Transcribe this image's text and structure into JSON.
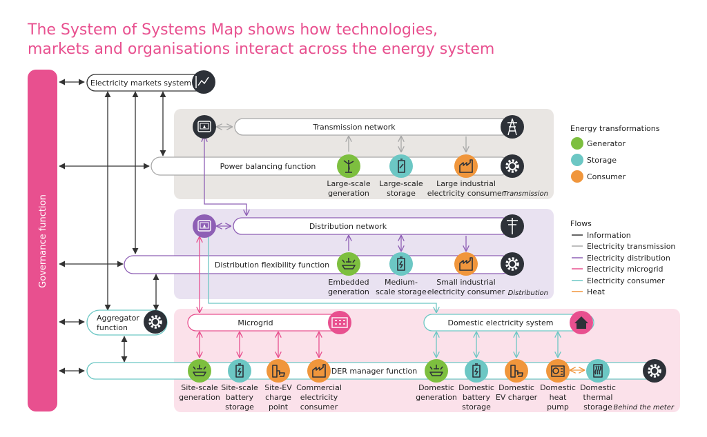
{
  "title": {
    "line1": "The System of Systems Map shows how technologies,",
    "line2": "markets and organisations interact across the energy system"
  },
  "colors": {
    "title": "#e8508f",
    "governance": "#e8508f",
    "generator": "#7dbf3f",
    "storage": "#6cc7c4",
    "consumer": "#f0963c",
    "information": "#333333",
    "transmission": "#a8a8a8",
    "distribution": "#8e5fb5",
    "microgrid": "#e8508f",
    "consumer_line": "#6cc7c4",
    "heat": "#f0963c",
    "transmission_bg": "#e9e6e3",
    "distribution_bg": "#e9e2f1",
    "behind_bg": "#fbe1ea",
    "dark_icon": "#2d3138"
  },
  "governance": {
    "label": "Governance function"
  },
  "markets": {
    "label": "Electricity markets system",
    "icon": "market-chart-icon"
  },
  "transmission": {
    "zone_label": "Transmission",
    "network": "Transmission network",
    "balancing": "Power balancing function",
    "nodes": [
      {
        "label1": "Large-scale",
        "label2": "generation",
        "type": "generator",
        "icon": "wind-turbine-icon"
      },
      {
        "label1": "Large-scale",
        "label2": "storage",
        "type": "storage",
        "icon": "storage-battery-icon"
      },
      {
        "label1": "Large industrial",
        "label2": "electricity consumer",
        "type": "consumer",
        "icon": "factory-icon"
      }
    ]
  },
  "distribution": {
    "zone_label": "Distribution",
    "network": "Distribution network",
    "flexibility": "Distribution flexibility function",
    "nodes": [
      {
        "label1": "Embedded",
        "label2": "generation",
        "type": "generator",
        "icon": "solar-icon"
      },
      {
        "label1": "Medium-",
        "label2": "scale storage",
        "type": "storage",
        "icon": "battery-icon"
      },
      {
        "label1": "Small industrial",
        "label2": "electricity consumer",
        "type": "consumer",
        "icon": "factory-icon"
      }
    ]
  },
  "behind": {
    "zone_label": "Behind the meter",
    "microgrid": "Microgrid",
    "domestic_system": "Domestic electricity system",
    "aggregator1": "Aggregator",
    "aggregator2": "function",
    "der": "DER manager function",
    "nodes": [
      {
        "l1": "Site-scale",
        "l2": "generation",
        "l3": "",
        "type": "generator",
        "icon": "solar-icon"
      },
      {
        "l1": "Site-scale",
        "l2": "battery",
        "l3": "storage",
        "type": "storage",
        "icon": "battery-icon"
      },
      {
        "l1": "Site-EV",
        "l2": "charge",
        "l3": "point",
        "type": "consumer",
        "icon": "ev-charger-icon"
      },
      {
        "l1": "Commercial",
        "l2": "electricity",
        "l3": "consumer",
        "type": "consumer",
        "icon": "factory-icon"
      },
      {
        "l1": "Domestic",
        "l2": "generation",
        "l3": "",
        "type": "generator",
        "icon": "solar-icon"
      },
      {
        "l1": "Domestic",
        "l2": "battery",
        "l3": "storage",
        "type": "storage",
        "icon": "battery-icon"
      },
      {
        "l1": "Domestic",
        "l2": "EV charger",
        "l3": "",
        "type": "consumer",
        "icon": "ev-charger-icon"
      },
      {
        "l1": "Domestic",
        "l2": "heat",
        "l3": "pump",
        "type": "consumer",
        "icon": "heat-pump-icon"
      },
      {
        "l1": "Domestic",
        "l2": "thermal",
        "l3": "storage",
        "type": "storage",
        "icon": "thermal-storage-icon"
      }
    ]
  },
  "legend": {
    "transformations_title": "Energy transformations",
    "transformations": [
      {
        "label": "Generator",
        "color": "#7dbf3f"
      },
      {
        "label": "Storage",
        "color": "#6cc7c4"
      },
      {
        "label": "Consumer",
        "color": "#f0963c"
      }
    ],
    "flows_title": "Flows",
    "flows": [
      {
        "label": "Information",
        "color": "#333333"
      },
      {
        "label": "Electricity transmission",
        "color": "#a8a8a8"
      },
      {
        "label": "Electricity distribution",
        "color": "#8e5fb5"
      },
      {
        "label": "Electricity microgrid",
        "color": "#e8508f"
      },
      {
        "label": "Electricity consumer",
        "color": "#6cc7c4"
      },
      {
        "label": "Heat",
        "color": "#f0963c"
      }
    ]
  }
}
